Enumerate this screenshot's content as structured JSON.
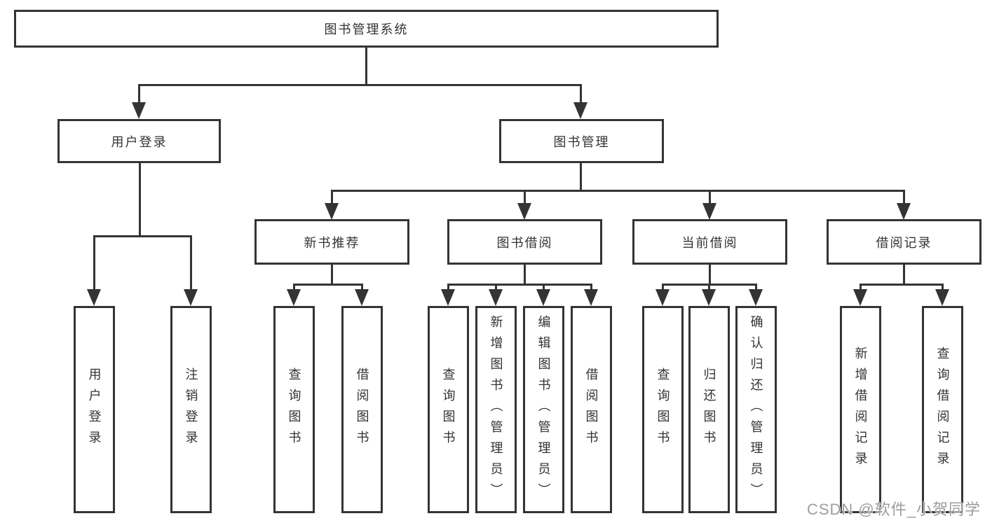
{
  "diagram": {
    "root_label": "图书管理系统",
    "level2": [
      {
        "label": "用户登录"
      },
      {
        "label": "图书管理"
      }
    ],
    "level3": [
      {
        "label": "新书推荐"
      },
      {
        "label": "图书借阅"
      },
      {
        "label": "当前借阅"
      },
      {
        "label": "借阅记录"
      }
    ],
    "leaves": [
      {
        "label": "用户登录"
      },
      {
        "label": "注销登录"
      },
      {
        "label": "查询图书"
      },
      {
        "label": "借阅图书"
      },
      {
        "label": "查询图书"
      },
      {
        "label": "新增图书（管理员）"
      },
      {
        "label": "编辑图书（管理员）"
      },
      {
        "label": "借阅图书"
      },
      {
        "label": "查询图书"
      },
      {
        "label": "归还图书"
      },
      {
        "label": "确认归还（管理员）"
      },
      {
        "label": "新增借阅记录"
      },
      {
        "label": "查询借阅记录"
      }
    ]
  },
  "watermark": "CSDN @软件_小贺同学",
  "colors": {
    "line": "#343434",
    "text": "#333333",
    "background": "#ffffff",
    "watermark": "#9d9d9d"
  }
}
